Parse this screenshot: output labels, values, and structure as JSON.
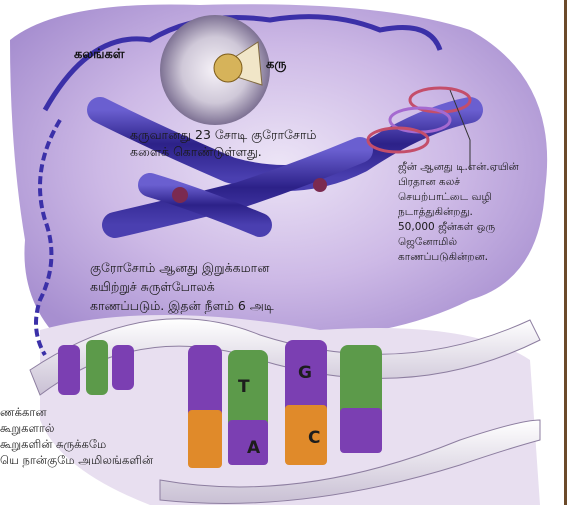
{
  "labels": {
    "cell": "கலங்கள்",
    "nucleus": "கரு"
  },
  "captions": {
    "nucleus_lines": [
      "கருவானது 23 சோடி குரோசோம்",
      "களைக் கொண்டுள்ளது."
    ],
    "gene_lines": [
      "ஜீன் ஆனது டி.என்.ஏயின்",
      "பிரதான கலச்",
      "செயற்பாட்டை வழி",
      "நடாத்துகின்றது.",
      "50,000 ஜீன்கள் ஒரு",
      "ஜெனோமில்",
      "காணப்படுகின்றன."
    ],
    "chromosome_lines": [
      "குரோசோம் ஆனது இறுக்கமான",
      "கயிற்றுச் சுருள்போலக்",
      "காணப்படும். இதன் நீளம் 6 அடி"
    ],
    "left_lines": [
      "ணக்கான",
      "கூறுகளால்",
      "கூறுகளின் சுருக்கமே",
      "யெ நான்குமே அமிலங்களின்"
    ]
  },
  "bases": [
    "T",
    "G",
    "A",
    "C"
  ],
  "colors": {
    "background": "#c9b6e4",
    "chromosome": "#3a2c9c",
    "dna_backbone": "#e9e4ec",
    "base_green": "#5c9a4a",
    "base_purple": "#7b3fb2",
    "base_orange": "#e08a2a",
    "base_blue": "#3a5bc4"
  }
}
